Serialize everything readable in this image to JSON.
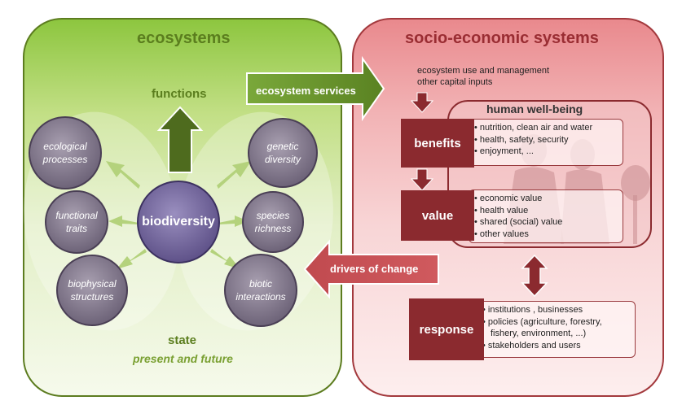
{
  "ecosystems": {
    "title": "ecosystems",
    "functions_label": "functions",
    "state_label": "state",
    "state_sub": "present and future",
    "center": "biodiversity",
    "nodes": [
      {
        "line1": "ecological",
        "line2": "processes"
      },
      {
        "line1": "functional",
        "line2": "traits"
      },
      {
        "line1": "biophysical",
        "line2": "structures"
      },
      {
        "line1": "genetic",
        "line2": "diversity"
      },
      {
        "line1": "species",
        "line2": "richness"
      },
      {
        "line1": "biotic",
        "line2": "interactions"
      }
    ]
  },
  "arrows": {
    "ecosystem_services": "ecosystem services",
    "drivers_of_change": "drivers of change"
  },
  "socio": {
    "title": "socio-economic systems",
    "inputs_line1": "ecosystem use and management",
    "inputs_line2": "other capital inputs",
    "wellbeing_title": "human well-being",
    "benefits": {
      "label": "benefits",
      "items": [
        "nutrition, clean air and water",
        "health, safety, security",
        "enjoyment, ..."
      ]
    },
    "value": {
      "label": "value",
      "items": [
        "economic value",
        "health value",
        "shared (social) value",
        "other values"
      ]
    },
    "response": {
      "label": "response",
      "items": [
        "institutions , businesses",
        "policies (agriculture, forestry,",
        "fishery, environment, ...)",
        "stakeholders and users"
      ]
    }
  },
  "colors": {
    "eco_green": "#8dc63f",
    "dark_green": "#4e6b1e",
    "socio_red": "#e9898d",
    "dark_red": "#8b2a2f",
    "bio_purple": "#7c6d9c",
    "node_gray": "#8a7e94"
  }
}
